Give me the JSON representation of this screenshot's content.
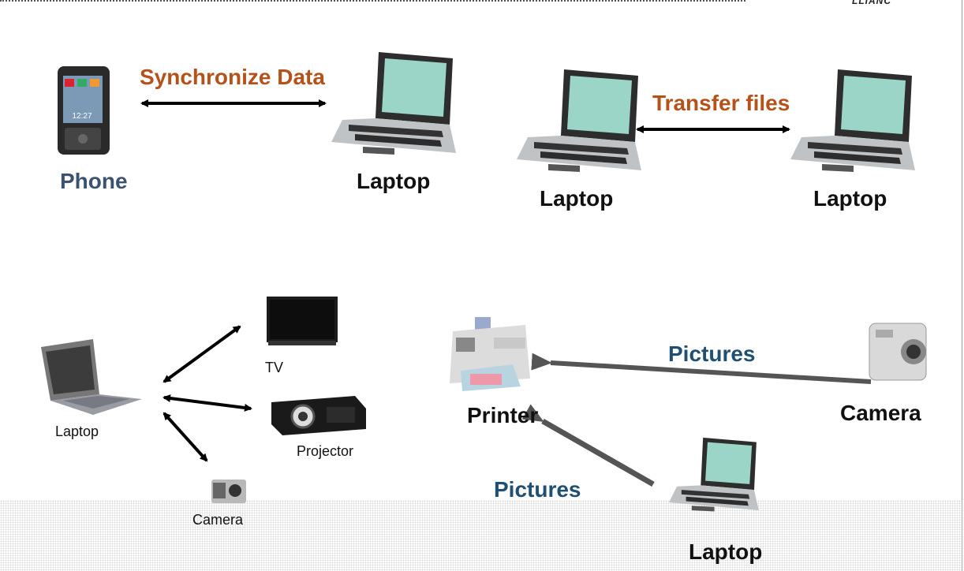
{
  "diagram": {
    "logo_text": "LLIANC",
    "top_left": {
      "device_a": "Phone",
      "device_b": "Laptop",
      "action": "Synchronize Data"
    },
    "top_right": {
      "device_a": "Laptop",
      "device_b": "Laptop",
      "action": "Transfer files"
    },
    "bottom_left": {
      "hub": "Laptop",
      "targets": [
        "TV",
        "Projector",
        "Camera"
      ]
    },
    "bottom_right": {
      "hub": "Printer",
      "source_camera": "Camera",
      "source_laptop": "Laptop",
      "action_camera": "Pictures",
      "action_laptop": "Pictures"
    }
  },
  "colors": {
    "action_orange": "#b5521a",
    "action_teal": "#1f4f72",
    "phone_label": "#3b5371"
  }
}
